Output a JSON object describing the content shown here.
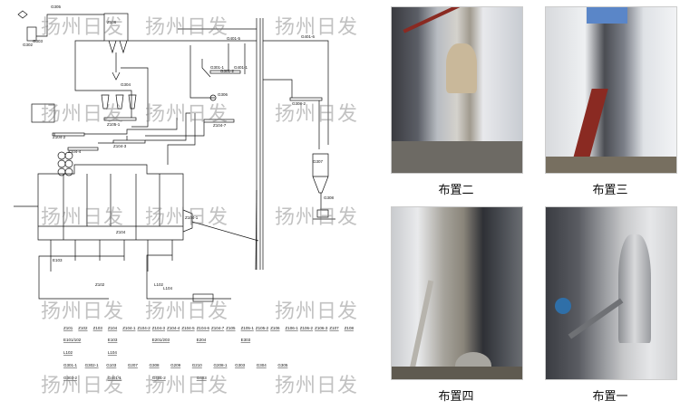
{
  "watermark": "扬州日发",
  "diagram": {
    "equipment_labels": [
      "Z106",
      "G305",
      "G302",
      "G303",
      "G301-1",
      "G301-2",
      "G401-5",
      "G401-6",
      "G304",
      "G306",
      "Z105-1",
      "Z104-2",
      "Z104-3",
      "Z104-4",
      "Z104-7",
      "G308-2",
      "G307",
      "G308",
      "Z104",
      "E103",
      "Z102",
      "L102",
      "L104",
      "Z104-1",
      "G401-1"
    ],
    "legend_rows": [
      [
        "Z101",
        "Z102",
        "Z103",
        "Z104",
        "Z104-1",
        "Z104-2",
        "Z104-3",
        "Z104-4",
        "Z104-5",
        "Z104-6",
        "Z104-7",
        "Z105",
        "Z105-1",
        "Z105-2",
        "Z106",
        "Z106-1",
        "Z106-2",
        "Z106-3",
        "Z107",
        "Z108"
      ],
      [
        "E101/102",
        "E103",
        "E201/203",
        "E204",
        "E303"
      ],
      [
        "L102",
        "L104"
      ],
      [
        "G301-1",
        "G302-1",
        "G103",
        "G207",
        "G308",
        "G209",
        "G210",
        "G208-1",
        "G303",
        "G304",
        "G305"
      ],
      [
        "G303-2",
        "G401-1",
        "G401-2",
        "G403"
      ]
    ]
  },
  "photos": [
    {
      "caption": "布置二"
    },
    {
      "caption": "布置三"
    },
    {
      "caption": "布置四"
    },
    {
      "caption": "布置一"
    }
  ]
}
